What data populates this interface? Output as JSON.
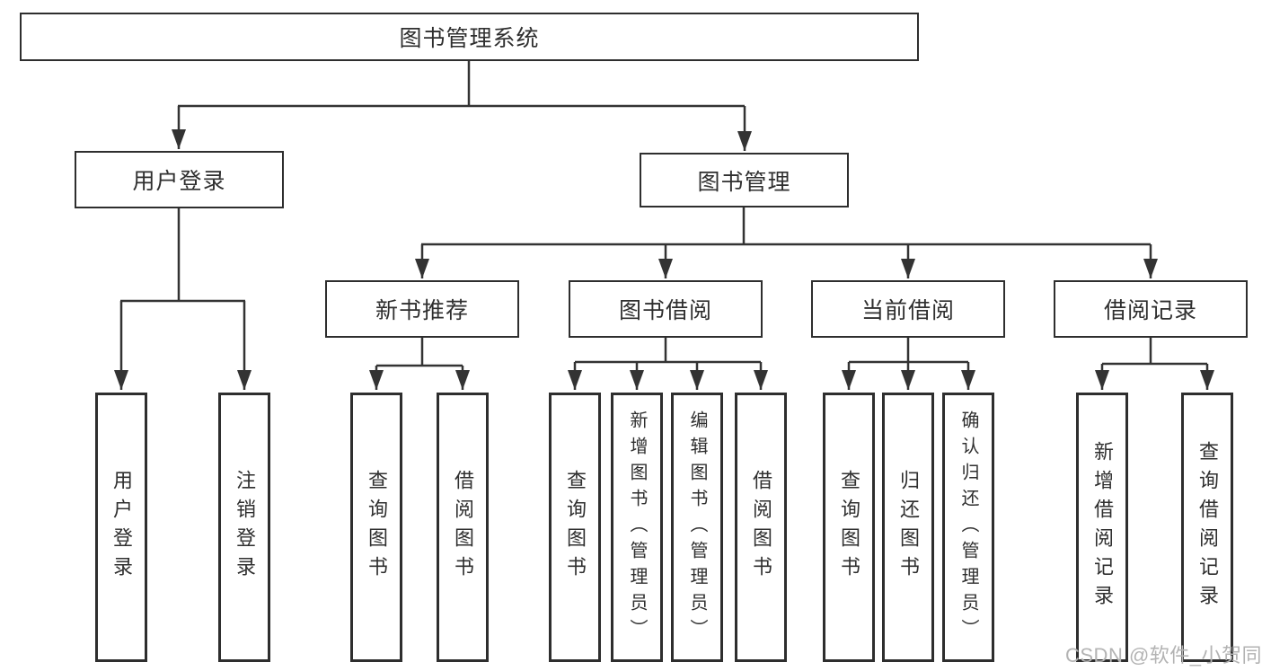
{
  "diagram": {
    "type": "hierarchy-tree",
    "nodes": {
      "root": {
        "label": "图书管理系统"
      },
      "user_login": {
        "label": "用户登录"
      },
      "book_mgmt": {
        "label": "图书管理"
      },
      "new_book_rec": {
        "label": "新书推荐"
      },
      "book_borrow": {
        "label": "图书借阅"
      },
      "current_borrow": {
        "label": "当前借阅"
      },
      "borrow_record": {
        "label": "借阅记录"
      },
      "leaf_user_login": {
        "label": "用户登录"
      },
      "leaf_logout": {
        "label": "注销登录"
      },
      "leaf_query_book_rec": {
        "label": "查询图书"
      },
      "leaf_borrow_book_rec": {
        "label": "借阅图书"
      },
      "leaf_query_book_borrow": {
        "label": "查询图书"
      },
      "leaf_add_book": {
        "label": "新增图书（管理员）"
      },
      "leaf_edit_book": {
        "label": "编辑图书（管理员）"
      },
      "leaf_borrow_book_borrow": {
        "label": "借阅图书"
      },
      "leaf_query_book_current": {
        "label": "查询图书"
      },
      "leaf_return_book": {
        "label": "归还图书"
      },
      "leaf_confirm_return": {
        "label": "确认归还（管理员）"
      },
      "leaf_add_record": {
        "label": "新增借阅记录"
      },
      "leaf_query_record": {
        "label": "查询借阅记录"
      }
    },
    "structure": {
      "图书管理系统": [
        "用户登录",
        "图书管理"
      ],
      "用户登录": [
        "用户登录",
        "注销登录"
      ],
      "图书管理": [
        "新书推荐",
        "图书借阅",
        "当前借阅",
        "借阅记录"
      ],
      "新书推荐": [
        "查询图书",
        "借阅图书"
      ],
      "图书借阅": [
        "查询图书",
        "新增图书（管理员）",
        "编辑图书（管理员）",
        "借阅图书"
      ],
      "当前借阅": [
        "查询图书",
        "归还图书",
        "确认归还（管理员）"
      ],
      "借阅记录": [
        "新增借阅记录",
        "查询借阅记录"
      ]
    },
    "colors": {
      "line": "#333333",
      "box_border": "#2e2e2e",
      "box_fill": "#ffffff",
      "text": "#2f2f2f",
      "background": "#ffffff",
      "watermark": "#b3b3b3"
    }
  },
  "watermark": {
    "text": "CSDN @软件_小贺同学"
  }
}
